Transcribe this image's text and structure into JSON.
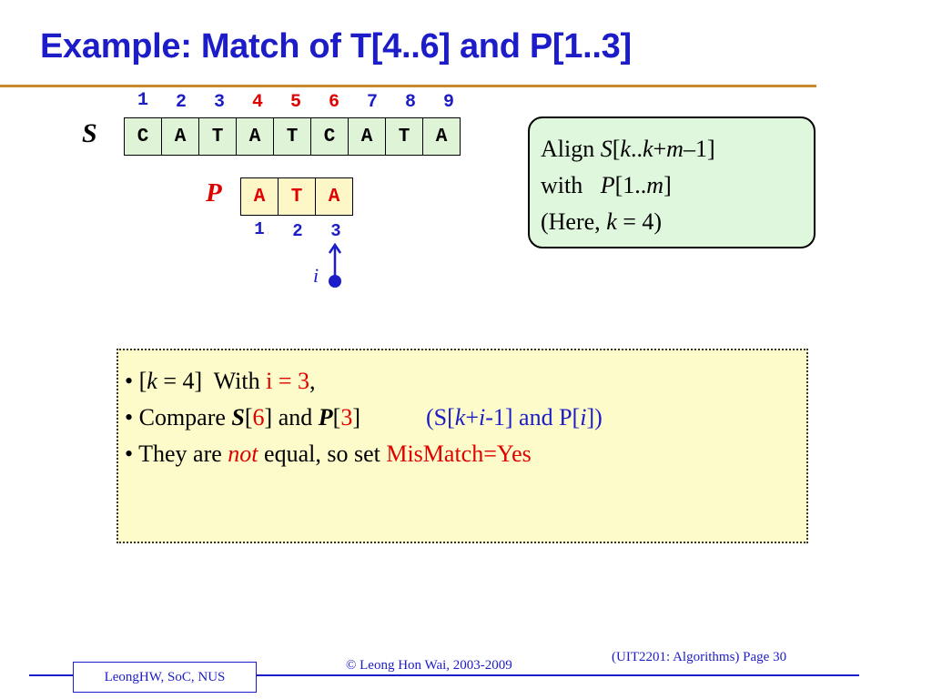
{
  "slide": {
    "title": "Example: Match of T[4..6] and P[1..3]"
  },
  "s_row": {
    "label": "S",
    "indices": [
      "1",
      "2",
      "3",
      "4",
      "5",
      "6",
      "7",
      "8",
      "9"
    ],
    "cells": [
      "C",
      "A",
      "T",
      "A",
      "T",
      "C",
      "A",
      "T",
      "A"
    ],
    "highlighted_indices": [
      "4",
      "5",
      "6"
    ]
  },
  "p_row": {
    "label": "P",
    "indices": [
      "1",
      "2",
      "3"
    ],
    "cells": [
      "A",
      "T",
      "A"
    ]
  },
  "pointer": {
    "label": "i"
  },
  "align_box": {
    "line1": {
      "prefix": "Align ",
      "s": "S",
      "bracket_open": "[",
      "k1": "k",
      "dots": "..",
      "k2": "k",
      "plus": "+",
      "m": "m",
      "minus_one": "–1]"
    },
    "line2": {
      "prefix": "with   ",
      "p": "P",
      "mid": "[1..",
      "m": "m",
      "close": "]"
    },
    "line3": {
      "prefix": "(Here, ",
      "k": "k",
      "suffix": " = 4)"
    }
  },
  "info_box": {
    "line1": {
      "bullet": "• [",
      "k": "k",
      "eq": " = 4]  With ",
      "i_expr": "i = 3",
      "end": ","
    },
    "line2": {
      "bullet": "• Compare ",
      "s": "S",
      "s_open": "[",
      "s_idx": "6",
      "s_close": "] and ",
      "p": "P",
      "p_open": "[",
      "p_idx": "3",
      "p_close": "]",
      "note_open": "(S[",
      "note_k": "k",
      "note_plus": "+",
      "note_i": "i",
      "note_mid": "-1] and P[",
      "note_i2": "i",
      "note_close": "])"
    },
    "line3": {
      "bullet": "• They are ",
      "not": "not",
      "middle": " equal, so set ",
      "result": "MisMatch=Yes"
    }
  },
  "footer": {
    "left": "LeongHW, SoC, NUS",
    "center": "© Leong Hon Wai, 2003-2009",
    "right": "(UIT2201: Algorithms) Page 30"
  },
  "colors": {
    "title": "#1c1cc8",
    "accent_rule": "#c98a2e",
    "s_cells": "#dff4d7",
    "p_cells": "#fdf7c8",
    "highlight": "#e00000",
    "info_box": "#fdfbc9",
    "align_box": "#dff8dd"
  }
}
